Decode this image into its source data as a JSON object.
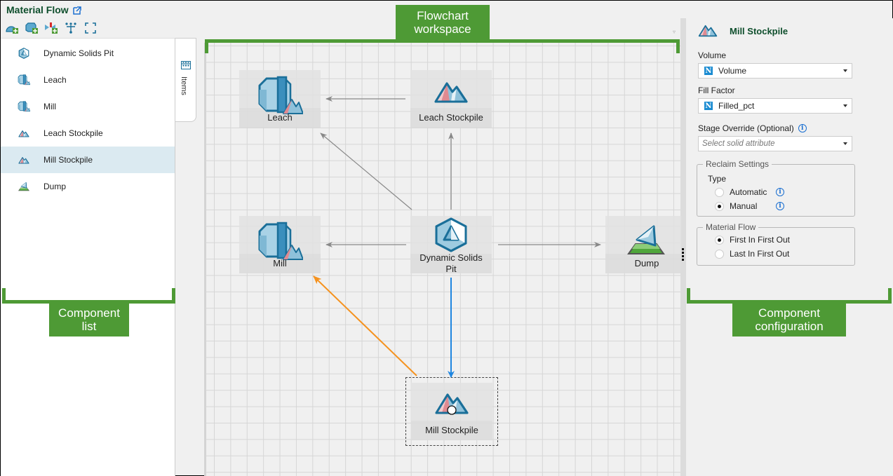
{
  "header": {
    "title": "Material Flow",
    "title_icon": "external-link-icon",
    "toolbar": [
      {
        "name": "add-pit-button",
        "icon": "add-pit-icon"
      },
      {
        "name": "add-processor-button",
        "icon": "add-processor-icon"
      },
      {
        "name": "add-stockpile-button",
        "icon": "add-stockpile-icon"
      },
      {
        "name": "auto-layout-button",
        "icon": "tree-layout-icon"
      },
      {
        "name": "fit-view-button",
        "icon": "fit-to-screen-icon"
      }
    ]
  },
  "component_list": {
    "items": [
      {
        "label": "Dynamic Solids Pit",
        "icon": "pit-icon",
        "selected": false
      },
      {
        "label": "Leach",
        "icon": "processor-icon",
        "selected": false
      },
      {
        "label": "Mill",
        "icon": "processor-icon",
        "selected": false
      },
      {
        "label": "Leach Stockpile",
        "icon": "stockpile-icon",
        "selected": false
      },
      {
        "label": "Mill Stockpile",
        "icon": "stockpile-icon",
        "selected": true
      },
      {
        "label": "Dump",
        "icon": "dump-icon",
        "selected": false
      }
    ],
    "side_tab": {
      "label": "Items",
      "icon": "items-grid-icon"
    }
  },
  "flowchart": {
    "nodes": [
      {
        "id": "leach",
        "label": "Leach",
        "type": "processor"
      },
      {
        "id": "leach_stockpile",
        "label": "Leach Stockpile",
        "type": "stockpile"
      },
      {
        "id": "mill",
        "label": "Mill",
        "type": "processor"
      },
      {
        "id": "pit",
        "label": "Dynamic Solids Pit",
        "type": "pit"
      },
      {
        "id": "dump",
        "label": "Dump",
        "type": "dump"
      },
      {
        "id": "mill_stockpile",
        "label": "Mill Stockpile",
        "type": "stockpile",
        "selected": true
      }
    ],
    "edges": [
      {
        "from": "leach_stockpile",
        "to": "leach",
        "color": "#888888"
      },
      {
        "from": "pit",
        "to": "leach_stockpile",
        "color": "#999999"
      },
      {
        "from": "pit",
        "to": "leach",
        "color": "#888888"
      },
      {
        "from": "pit",
        "to": "mill",
        "color": "#888888"
      },
      {
        "from": "pit",
        "to": "dump",
        "color": "#888888"
      },
      {
        "from": "pit",
        "to": "mill_stockpile",
        "color": "#1f86e0"
      },
      {
        "from": "mill_stockpile",
        "to": "mill",
        "color": "#f5921e"
      }
    ]
  },
  "config": {
    "title": "Mill Stockpile",
    "volume": {
      "label": "Volume",
      "value": "Volume",
      "badge": "N"
    },
    "fill_factor": {
      "label": "Fill Factor",
      "value": "Filled_pct",
      "badge": "N"
    },
    "stage_override": {
      "label": "Stage Override (Optional)",
      "placeholder": "Select solid attribute"
    },
    "reclaim": {
      "legend": "Reclaim Settings",
      "type_label": "Type",
      "options": [
        {
          "label": "Automatic",
          "checked": false
        },
        {
          "label": "Manual",
          "checked": true
        }
      ]
    },
    "material_flow": {
      "legend": "Material Flow",
      "options": [
        {
          "label": "First In First Out",
          "checked": true
        },
        {
          "label": "Last In First Out",
          "checked": false
        }
      ]
    }
  },
  "annotations": {
    "workspace": "Flowchart workspace",
    "component_list": "Component list",
    "component_config": "Component configuration"
  },
  "colors": {
    "annotation_green": "#4e9a35",
    "title_green": "#0e4e2c",
    "selected_row": "#dbeaf1",
    "edge_active": "#1f86e0",
    "edge_return": "#f5921e"
  }
}
